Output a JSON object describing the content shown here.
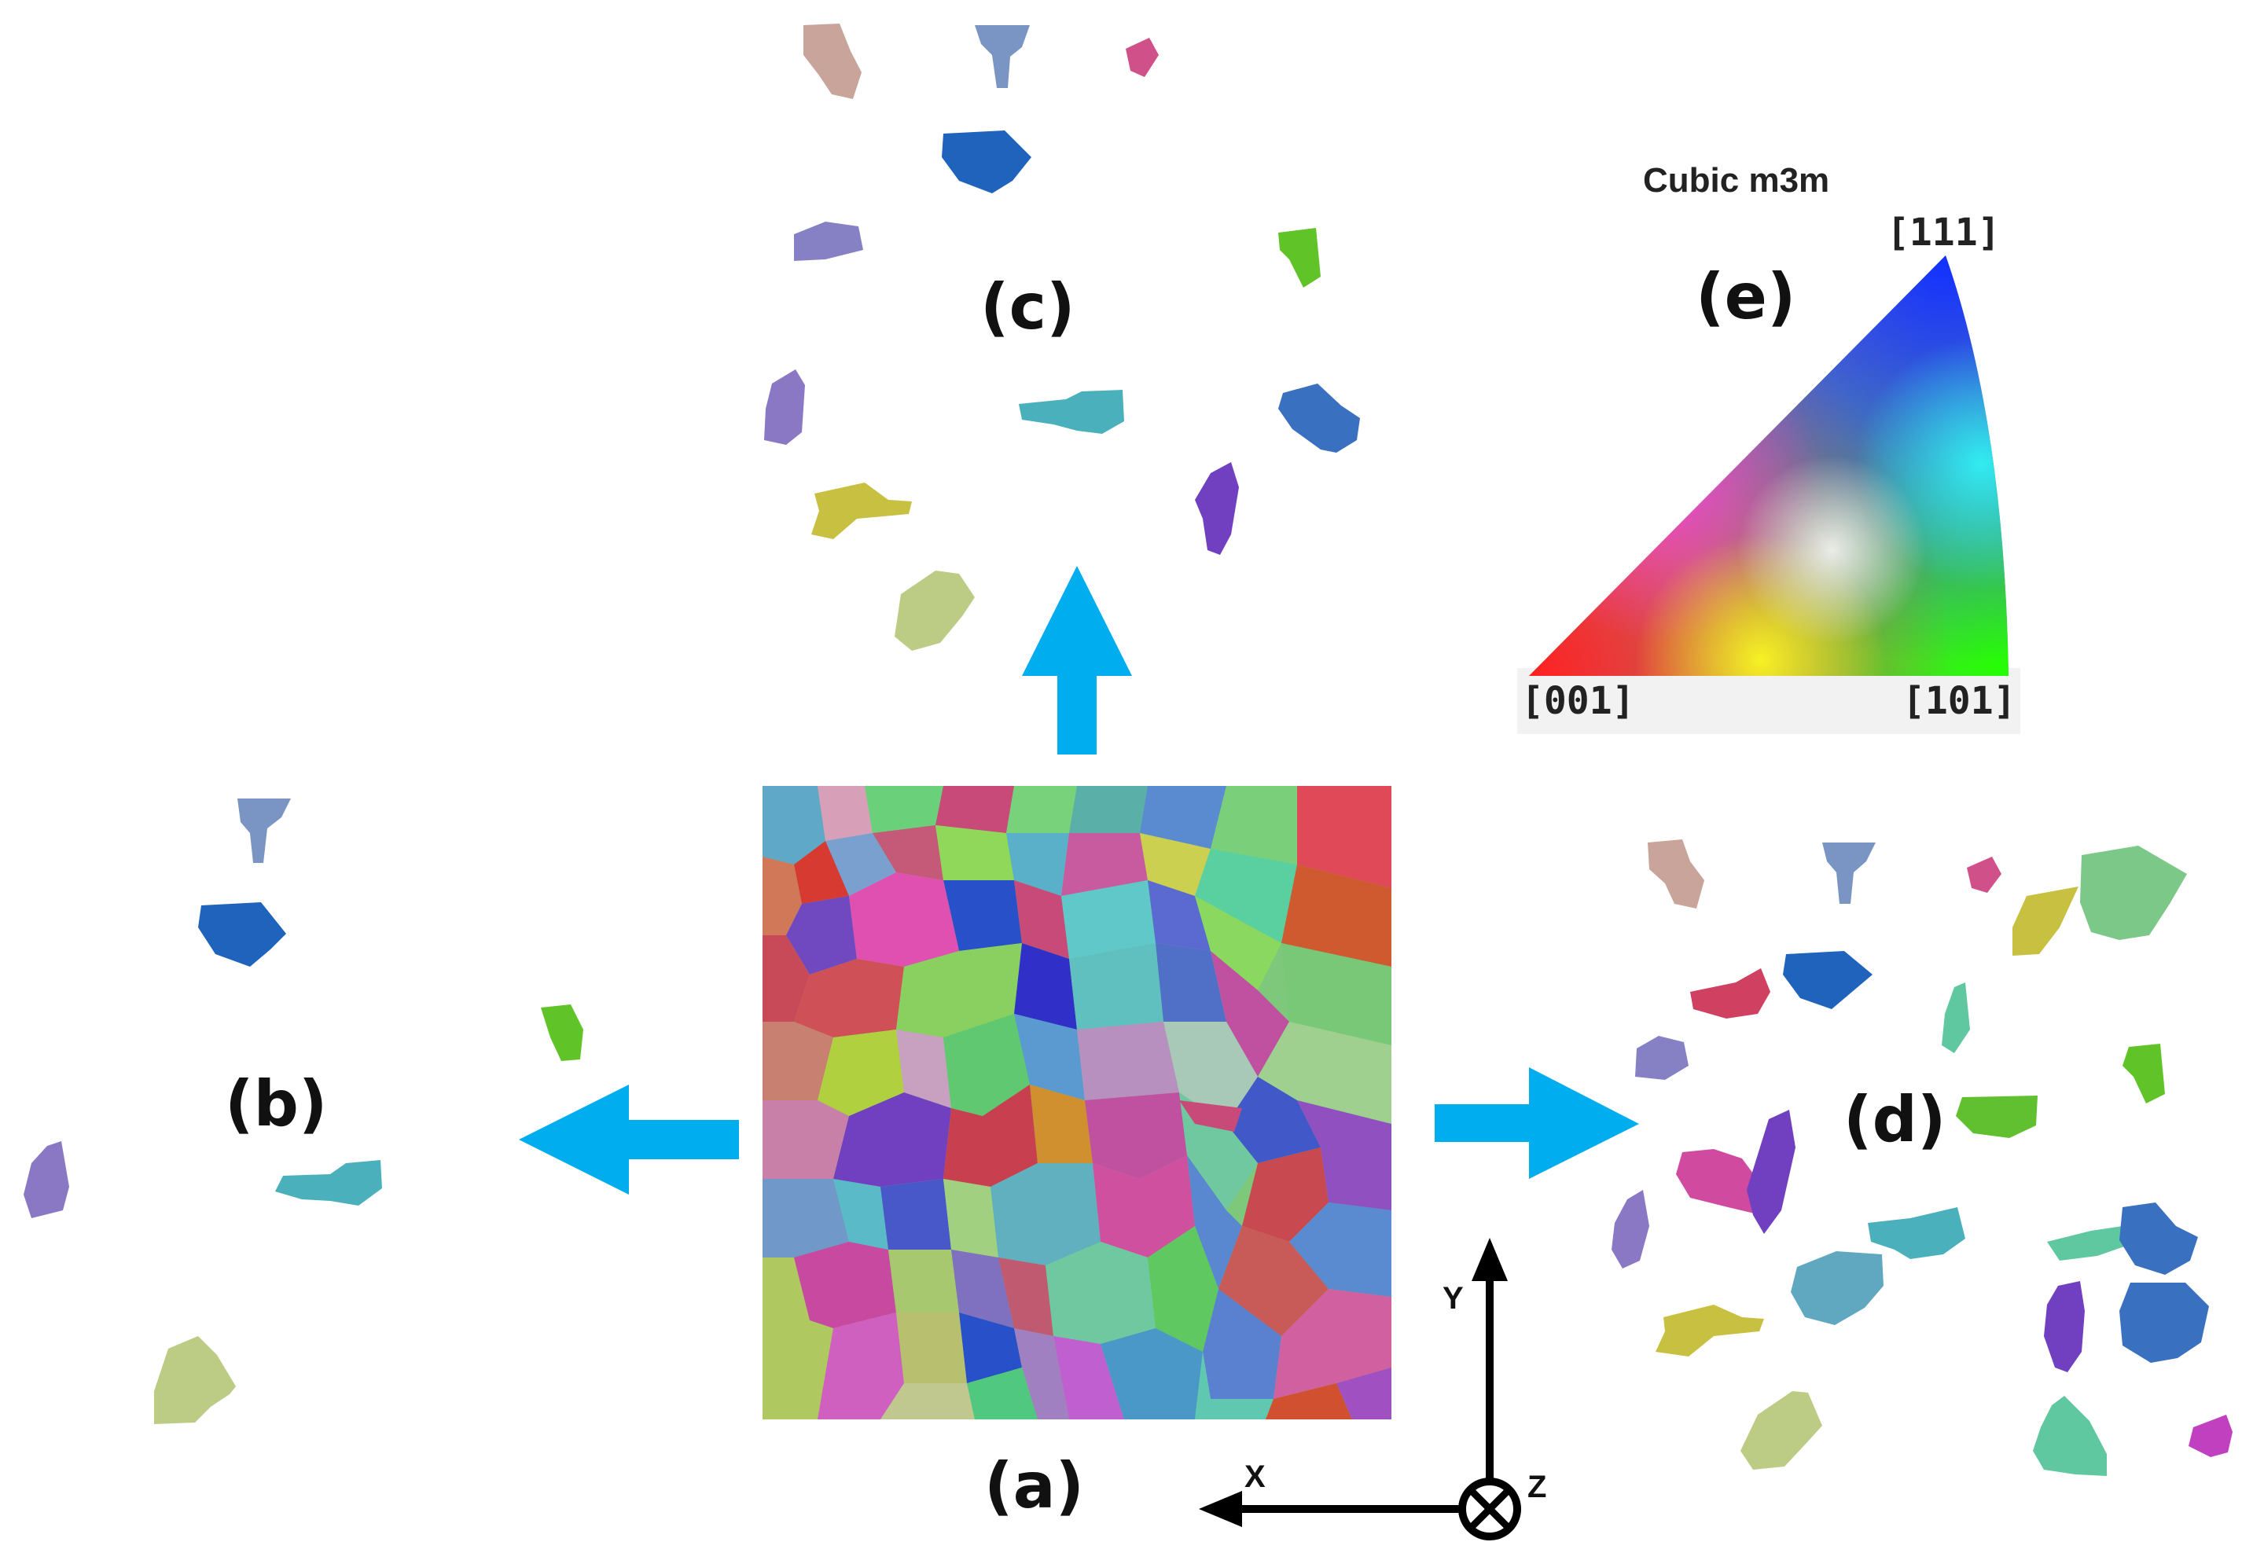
{
  "panels": {
    "a": "(a)",
    "b": "(b)",
    "c": "(c)",
    "d": "(d)",
    "e": "(e)"
  },
  "color_key": {
    "title": "Cubic m3m",
    "corner_001": "[001]",
    "corner_101": "[101]",
    "corner_111": "[111]"
  },
  "axes": {
    "x": "X",
    "y": "Y",
    "z": "Z"
  },
  "colors": {
    "arrow": "#00aeef",
    "ipf_red": "#ff0000",
    "ipf_green": "#00ff00",
    "ipf_blue": "#0000ff"
  }
}
